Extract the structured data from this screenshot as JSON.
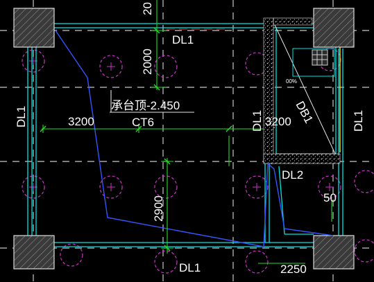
{
  "drawing": {
    "colors": {
      "background": "#000000",
      "beam": "#00e5e5",
      "axis": "#c8c8c8",
      "dimension": "#22dd22",
      "pile": "#cc33cc",
      "polyline": "#3355ff",
      "column_fill": "#3a3a3a",
      "hatch": "#e6e6e6",
      "accent": "#ffd000",
      "text": "#ffffff"
    },
    "labels": {
      "dl1_top": "DL1",
      "dl1_bottom": "DL1",
      "dl1_left": "DL1",
      "dl1_mid": "DL1",
      "dl1_right": "DL1",
      "dl2": "DL2",
      "db1": "DB1",
      "dim_3200_left": "3200",
      "dim_3200_right": "3200",
      "dim_2000": "2000",
      "dim_2900": "2900",
      "dim_2250": "2250",
      "dim_50": "50",
      "dim_top_partial": "20",
      "elevation_note": "承台顶-2.450",
      "cap_tag": "CT6",
      "tiny_note": "00%"
    }
  }
}
